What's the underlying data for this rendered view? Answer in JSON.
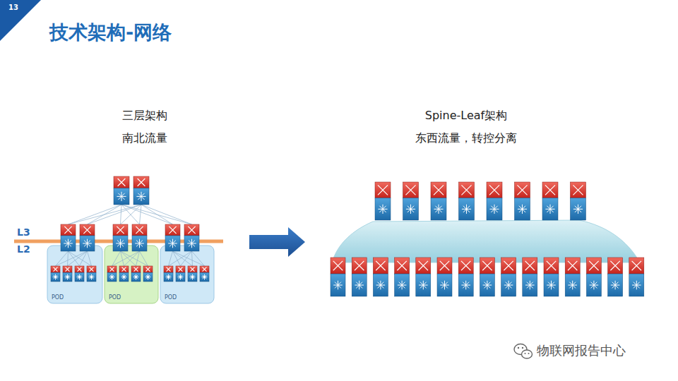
{
  "diagram": {
    "title": "技术架构-网络",
    "nodes": [
      {
        "text": [
          "POD"
        ]
      },
      {
        "text": [
          "POD"
        ]
      },
      {
        "text": [
          "POD"
        ]
      }
    ],
    "labels": [
      "13",
      "三层架构",
      "南北流量",
      "L3",
      "L2",
      "Spine-Leaf架构",
      "东西流量，转控分离",
      "物联网报告中心"
    ]
  }
}
